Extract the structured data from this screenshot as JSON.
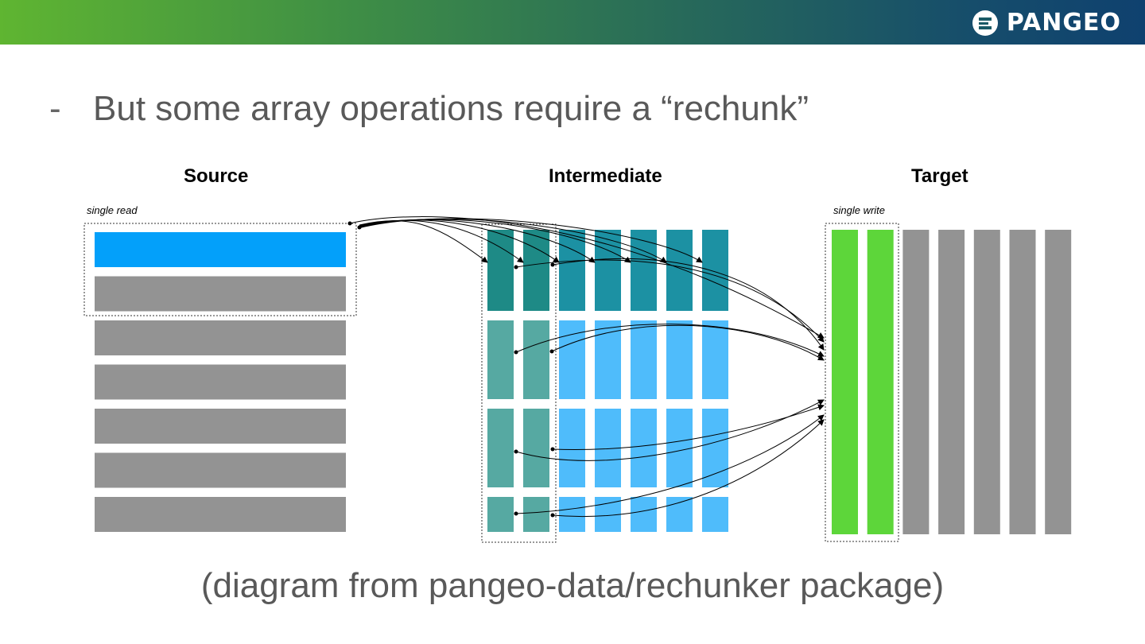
{
  "header": {
    "logo_text": "PANGEO",
    "colors": {
      "start": "#5fb531",
      "end": "#0f416f"
    }
  },
  "slide": {
    "bullet": "-",
    "headline": "But some array operations require a “rechunk”",
    "caption": "(diagram from pangeo-data/rechunker package)"
  },
  "diagram": {
    "source": {
      "title": "Source",
      "note": "single read",
      "chunk_count": 7,
      "highlight_color": "#03a0fa"
    },
    "intermediate": {
      "title": "Intermediate",
      "column_count": 7,
      "row_groups": 4
    },
    "target": {
      "title": "Target",
      "note": "single write",
      "column_count": 7,
      "highlight_color": "#5dd63a"
    },
    "colors": {
      "grey": "#939393",
      "dark_teal": "#1e8a86",
      "teal": "#1c91a3",
      "light_teal": "#56a9a2",
      "light_blue": "#4fbcfb"
    }
  }
}
